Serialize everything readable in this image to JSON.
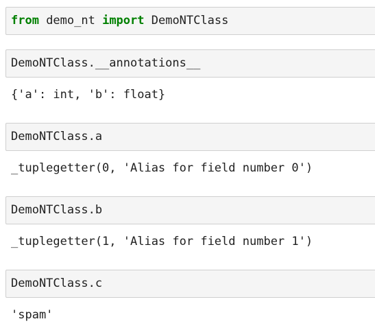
{
  "cells": [
    {
      "input": {
        "kw_from": "from",
        "module": " demo_nt ",
        "kw_import": "import",
        "name": " DemoNTClass"
      }
    },
    {
      "input": "DemoNTClass.__annotations__",
      "output": "{'a': int, 'b': float}"
    },
    {
      "input": "DemoNTClass.a",
      "output": "_tuplegetter(0, 'Alias for field number 0')"
    },
    {
      "input": "DemoNTClass.b",
      "output": "_tuplegetter(1, 'Alias for field number 1')"
    },
    {
      "input": "DemoNTClass.c",
      "output": "'spam'"
    }
  ],
  "colors": {
    "keyword": "#008000",
    "input_bg": "#f5f5f5",
    "input_border": "#cfcfcf",
    "text": "#212121"
  }
}
